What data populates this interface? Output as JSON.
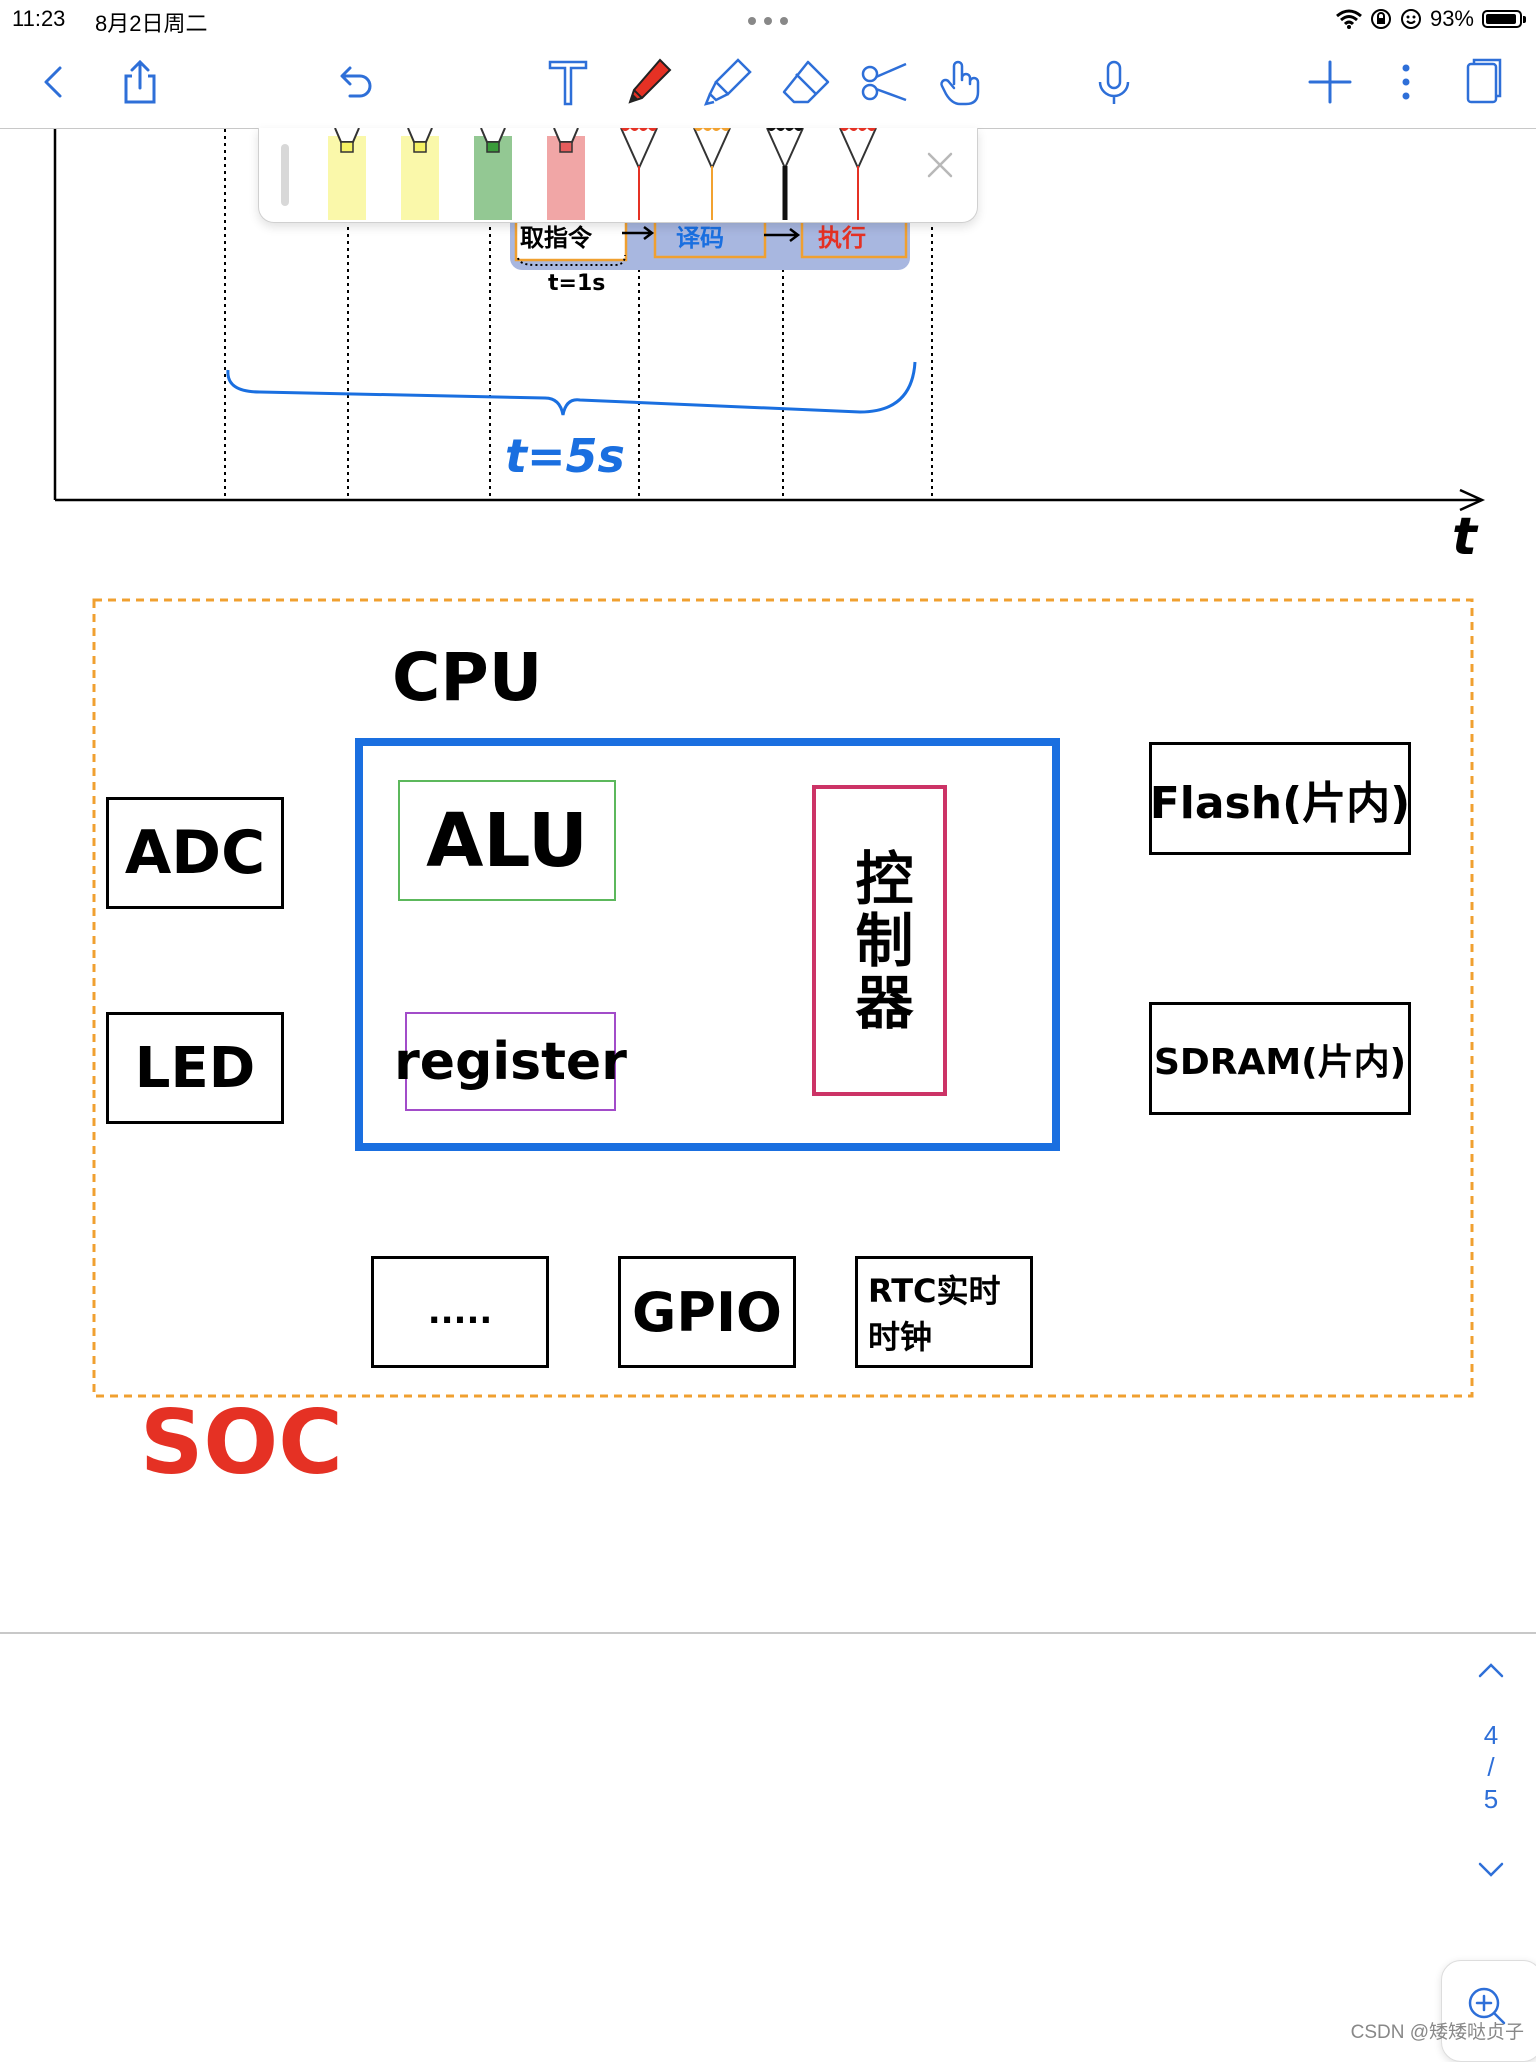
{
  "status_bar": {
    "time": "11:23",
    "date": "8月2日周二",
    "battery_percent": "93%",
    "battery_level": 0.93
  },
  "toolbar": {
    "icons": [
      "back-icon",
      "share-icon",
      "undo-icon",
      "text-tool-icon",
      "pen-tool-icon",
      "highlighter-icon",
      "eraser-icon",
      "lasso-scissors-icon",
      "hand-touch-icon",
      "microphone-icon",
      "add-page-icon",
      "more-options-icon",
      "pages-icon"
    ],
    "accent_color": "#2e6fd8",
    "pen_color": "#e53124"
  },
  "pen_palette": {
    "pens": [
      {
        "kind": "highlighter",
        "color": "#f5f264"
      },
      {
        "kind": "highlighter",
        "color": "#f5f264"
      },
      {
        "kind": "highlighter",
        "color": "#3a9b3a"
      },
      {
        "kind": "highlighter",
        "color": "#e65c5c"
      },
      {
        "kind": "pen",
        "color": "#e53124"
      },
      {
        "kind": "pen",
        "color": "#f2a230"
      },
      {
        "kind": "pen",
        "color": "#111111"
      },
      {
        "kind": "pen",
        "color": "#e53124"
      }
    ]
  },
  "timeline": {
    "stage_fetch": "取指令",
    "stage_decode": "译码",
    "stage_execute": "执行",
    "stage_time": "t=1s",
    "total_time": "t=5s",
    "axis_label": "t"
  },
  "diagram": {
    "soc_label": "SOC",
    "cpu_label": "CPU",
    "alu_label": "ALU",
    "register_label": "register",
    "controller_label": "控制器",
    "adc_label": "ADC",
    "led_label": "LED",
    "flash_label": "Flash(片内)",
    "sdram_label": "SDRAM(片内)",
    "dots_label": ".....",
    "gpio_label": "GPIO",
    "rtc_label_1": "RTC实时",
    "rtc_label_2": "时钟",
    "colors": {
      "soc_border": "#f0a030",
      "soc_text": "#e53124",
      "cpu_border": "#1a6fe0",
      "alu_border": "#5cb85c",
      "register_border": "#a24cc9",
      "controller_border": "#cc3366",
      "timeline_blue": "#1a6fe0"
    }
  },
  "page_nav": {
    "current": "4",
    "separator": "/",
    "total": "5"
  },
  "watermark": "CSDN @矮矮哒贞子"
}
